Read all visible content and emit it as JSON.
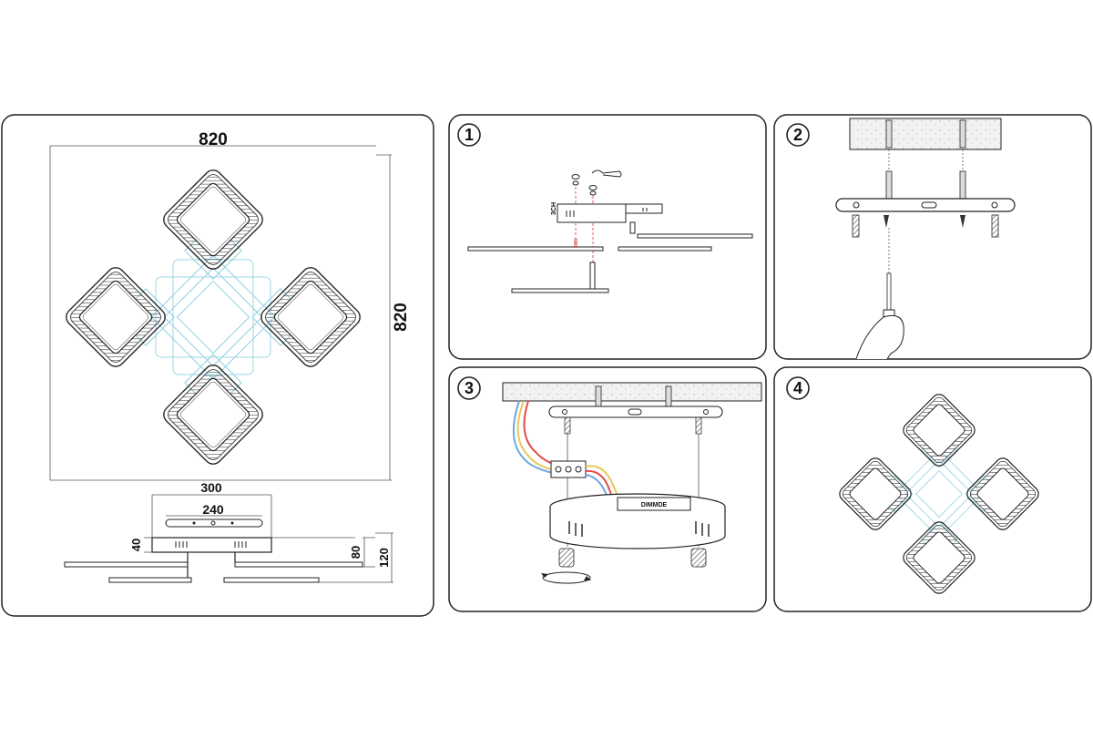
{
  "dimensions": {
    "width": "820",
    "height": "820",
    "base_outer": "300",
    "base_inner": "240",
    "base_height": "40",
    "arm_height": "80",
    "total_height": "120"
  },
  "steps": [
    {
      "number": "1"
    },
    {
      "number": "2"
    },
    {
      "number": "3",
      "driver_label": "DIMMDE"
    },
    {
      "number": "4"
    }
  ],
  "colors": {
    "outline": "#1a1a1a",
    "accent_blue": "#8fd0e0",
    "wire_red": "#e34b4b",
    "wire_yellow": "#e8c75a",
    "wire_blue": "#6fa8dc"
  }
}
